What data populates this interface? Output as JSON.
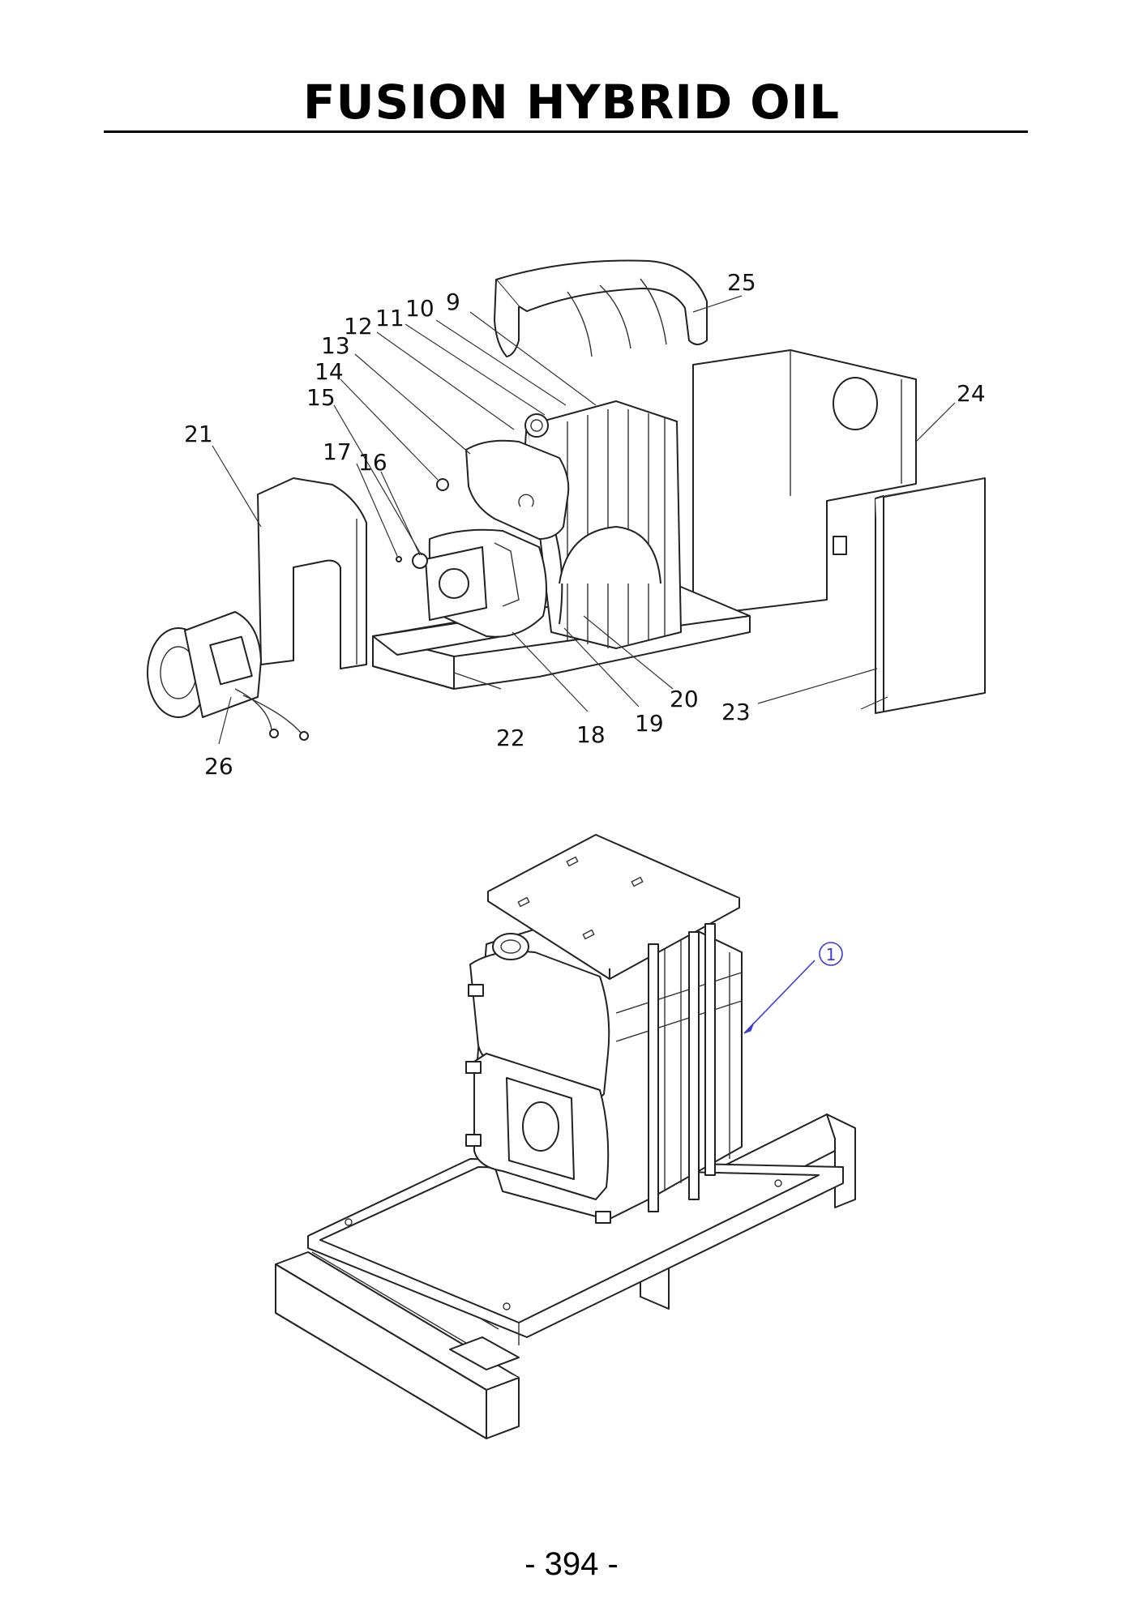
{
  "document": {
    "title": "FUSION HYBRID OIL",
    "page_number": "-  394  -"
  },
  "exploded_view": {
    "callouts": [
      {
        "id": "c9",
        "text": "9"
      },
      {
        "id": "c10",
        "text": "10"
      },
      {
        "id": "c11",
        "text": "11"
      },
      {
        "id": "c12",
        "text": "12"
      },
      {
        "id": "c13",
        "text": "13"
      },
      {
        "id": "c14",
        "text": "14"
      },
      {
        "id": "c15",
        "text": "15"
      },
      {
        "id": "c16",
        "text": "16"
      },
      {
        "id": "c17",
        "text": "17"
      },
      {
        "id": "c18",
        "text": "18"
      },
      {
        "id": "c19",
        "text": "19"
      },
      {
        "id": "c20",
        "text": "20"
      },
      {
        "id": "c21",
        "text": "21"
      },
      {
        "id": "c22",
        "text": "22"
      },
      {
        "id": "c23",
        "text": "23"
      },
      {
        "id": "c24",
        "text": "24"
      },
      {
        "id": "c25",
        "text": "25"
      },
      {
        "id": "c26",
        "text": "26"
      }
    ]
  },
  "assembled_view": {
    "callout": {
      "text": "1",
      "color": "#3b3bd6"
    }
  }
}
